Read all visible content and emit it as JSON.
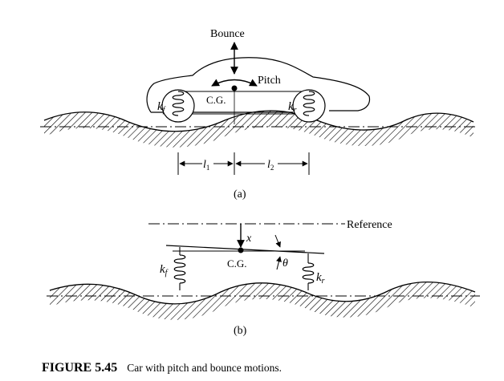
{
  "figure": {
    "top": {
      "bounce_label": "Bounce",
      "pitch_label": "Pitch",
      "cg_label": "C.G.",
      "front_spring": {
        "k": "k",
        "sub": "f"
      },
      "rear_spring": {
        "k": "k",
        "sub": "r"
      },
      "dim_front": {
        "l": "l",
        "sub": "1"
      },
      "dim_rear": {
        "l": "l",
        "sub": "2"
      },
      "panel_label": "(a)"
    },
    "bottom": {
      "reference_label": "Reference",
      "x_label": "x",
      "theta_label": "θ",
      "cg_label": "C.G.",
      "front_spring": {
        "k": "k",
        "sub": "f"
      },
      "rear_spring": {
        "k": "k",
        "sub": "r"
      },
      "panel_label": "(b)"
    },
    "caption": {
      "number": "FIGURE 5.45",
      "text": "Car with pitch and bounce motions."
    }
  }
}
